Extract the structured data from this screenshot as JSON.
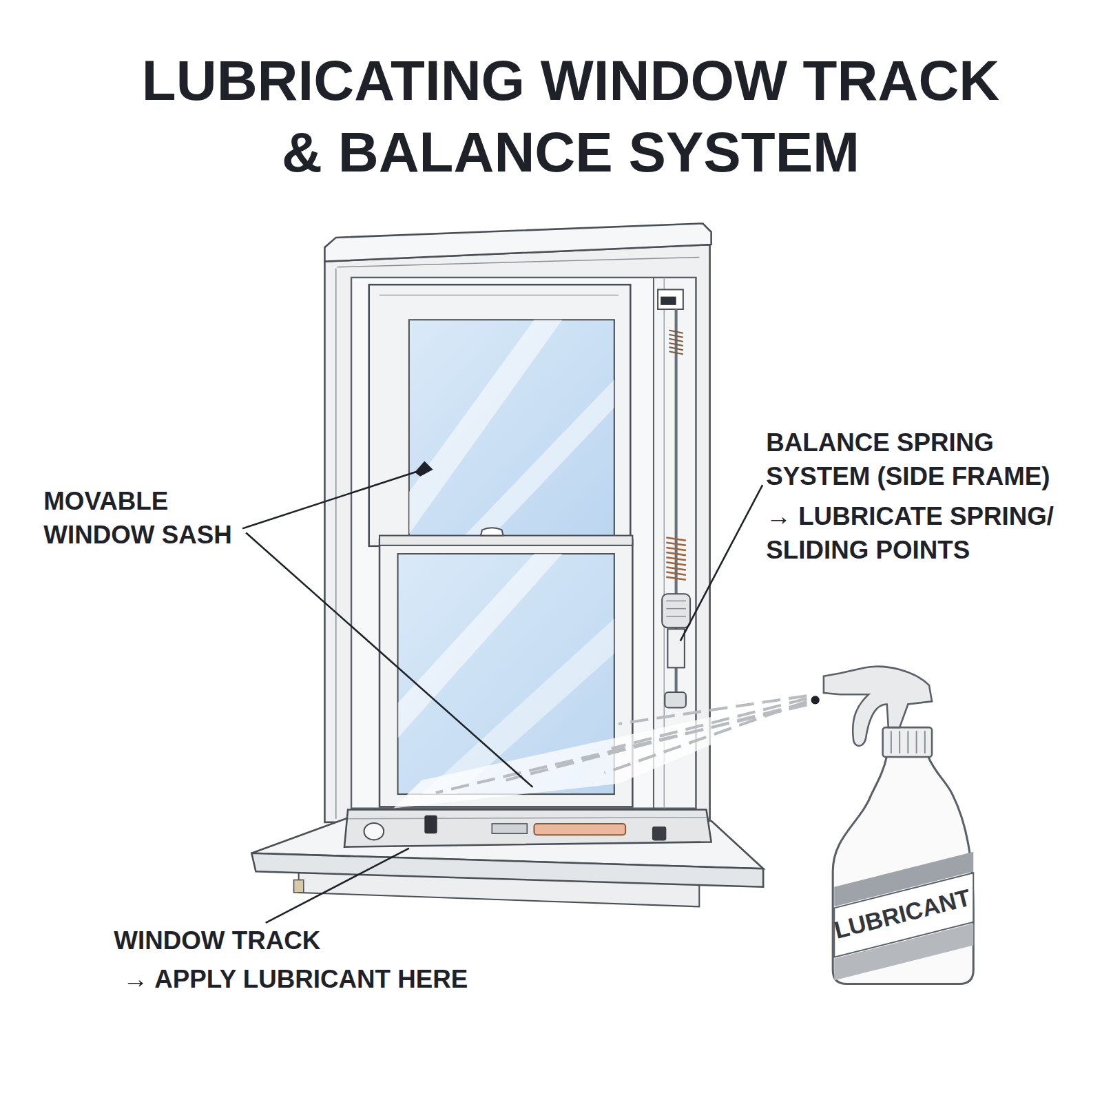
{
  "diagram": {
    "title": "LUBRICATING WINDOW TRACK & BALANCE SYSTEM",
    "labels": [
      "MOVABLE WINDOW SASH",
      "BALANCE SPRING SYSTEM (SIDE FRAME)",
      "→ LUBRICATE SPRING/ SLIDING POINTS",
      "WINDOW TRACK",
      "→ APPLY LUBRICANT HERE",
      "LUBRICANT"
    ]
  }
}
